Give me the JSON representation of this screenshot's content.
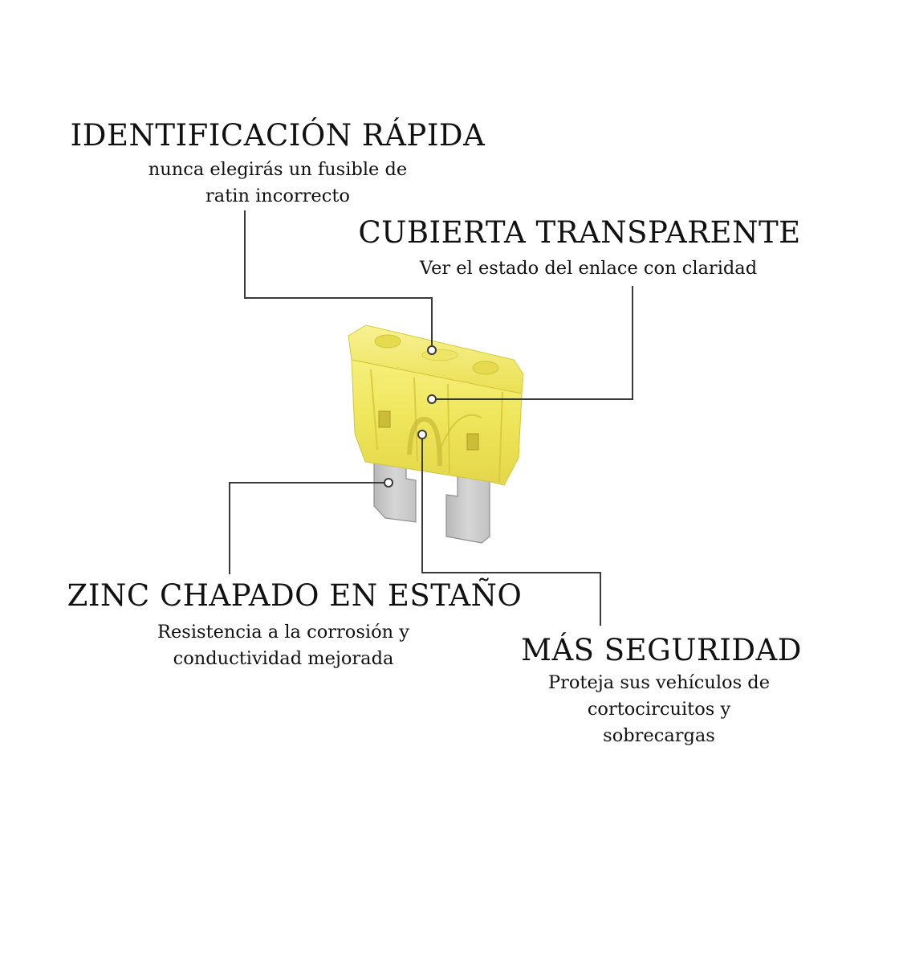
{
  "callouts": [
    {
      "id": "identificacion",
      "title": "IDENTIFICACIÓN RÁPIDA",
      "lines": [
        "nunca elegirás un fusible de",
        "ratin incorrecto"
      ]
    },
    {
      "id": "cubierta",
      "title": "CUBIERTA TRANSPARENTE",
      "lines": [
        "Ver el estado del enlace con claridad"
      ]
    },
    {
      "id": "zinc",
      "title": "ZINC CHAPADO EN ESTAÑO",
      "lines": [
        "Resistencia a la corrosión y",
        "conductividad mejorada"
      ]
    },
    {
      "id": "seguridad",
      "title": "MÁS SEGURIDAD",
      "lines": [
        "Proteja sus vehículos de",
        "cortocircuitos y",
        "sobrecargas"
      ]
    }
  ],
  "product": {
    "type": "blade fuse",
    "body_color": "#f1e85a",
    "terminal_color": "#c9c9c9"
  },
  "colors": {
    "text": "#111111",
    "leader_line": "#3a3a3a",
    "background": "#ffffff"
  }
}
